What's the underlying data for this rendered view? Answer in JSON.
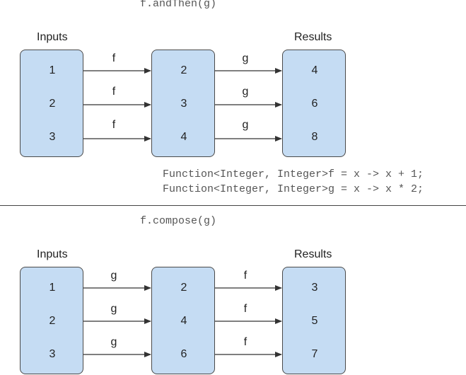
{
  "top": {
    "expression": "f.andThen(g)",
    "inputs_label": "Inputs",
    "results_label": "Results",
    "inputs": [
      "1",
      "2",
      "3"
    ],
    "middle": [
      "2",
      "3",
      "4"
    ],
    "results": [
      "4",
      "6",
      "8"
    ],
    "first_fn": "f",
    "second_fn": "g",
    "definitions": [
      "Function<Integer, Integer>f = x -> x + 1;",
      "Function<Integer, Integer>g = x -> x * 2;"
    ]
  },
  "bottom": {
    "expression": "f.compose(g)",
    "inputs_label": "Inputs",
    "results_label": "Results",
    "inputs": [
      "1",
      "2",
      "3"
    ],
    "middle": [
      "2",
      "4",
      "6"
    ],
    "results": [
      "3",
      "5",
      "7"
    ],
    "first_fn": "g",
    "second_fn": "f"
  },
  "colors": {
    "box_fill": "#c5dcf3",
    "box_border": "#4a4a4a",
    "arrow": "#333333"
  }
}
